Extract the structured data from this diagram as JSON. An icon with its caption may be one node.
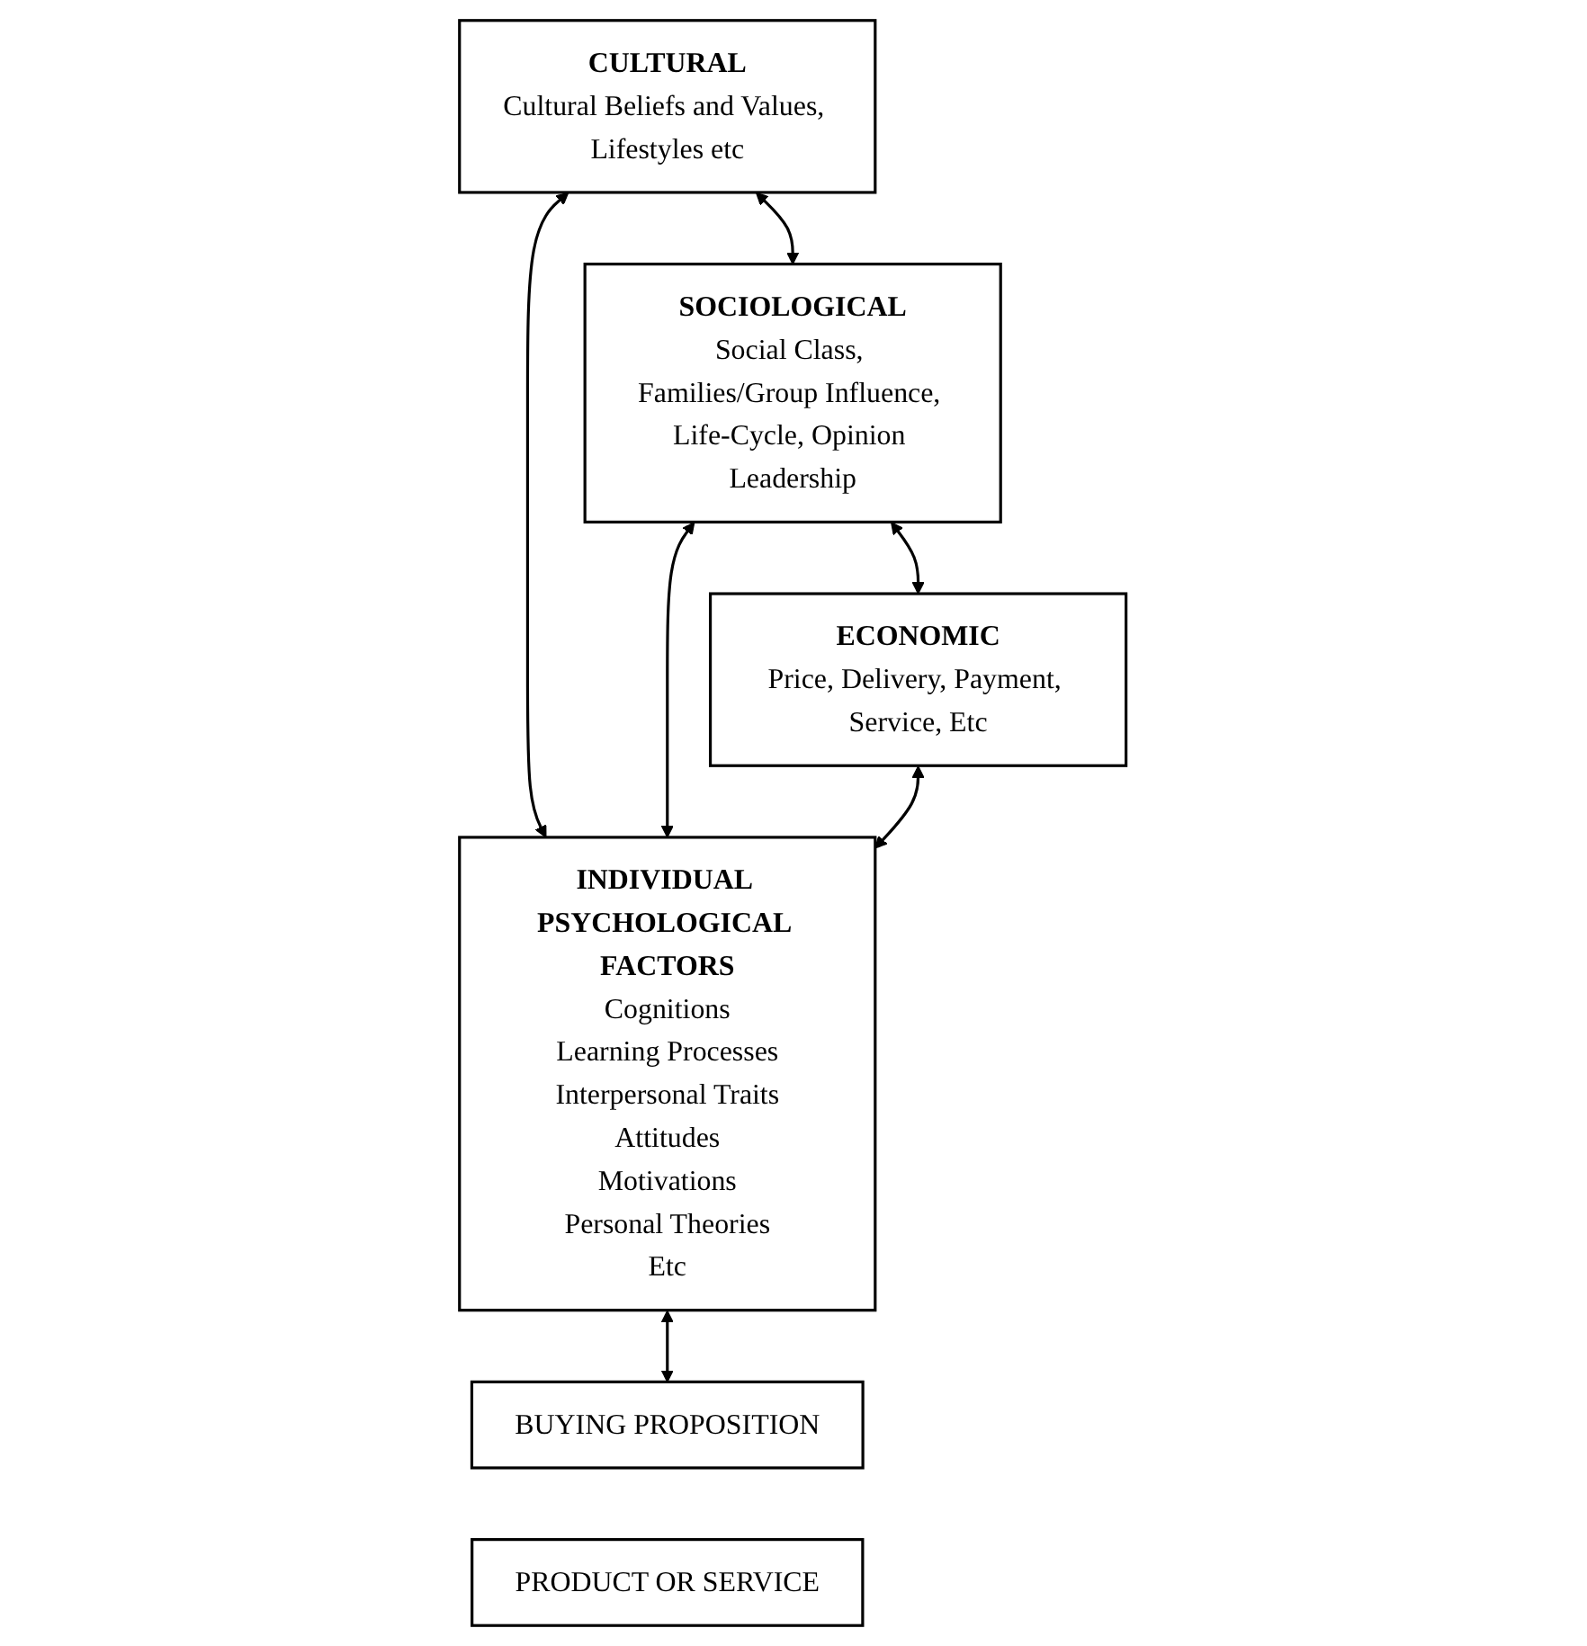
{
  "diagram": {
    "nodes": [
      {
        "text": [
          "CULTURAL",
          "Cultural Beliefs and Values, Lifestyles etc"
        ]
      },
      {
        "text": [
          "SOCIOLOGICAL",
          "Social Class, Families/Group Influence, Life-Cycle, Opinion Leadership"
        ]
      },
      {
        "text": [
          "ECONOMIC",
          "Price, Delivery, Payment, Service, Etc"
        ]
      },
      {
        "text": [
          "INDIVIDUAL PSYCHOLOGICAL FACTORS",
          "Cognitions",
          "Learning Processes",
          "Interpersonal Traits",
          "Attitudes",
          "Motivations",
          "Personal Theories",
          "Etc"
        ]
      },
      {
        "text": [
          "BUYING PROPOSITION"
        ]
      },
      {
        "text": [
          "PRODUCT OR SERVICE"
        ]
      }
    ],
    "edges": [
      {
        "from": 0,
        "to": 1,
        "arrow": "both"
      },
      {
        "from": 1,
        "to": 2,
        "arrow": "both"
      },
      {
        "from": 0,
        "to": 3,
        "arrow": "both"
      },
      {
        "from": 1,
        "to": 3,
        "arrow": "both"
      },
      {
        "from": 2,
        "to": 3,
        "arrow": "both"
      },
      {
        "from": 3,
        "to": 4,
        "arrow": "both"
      }
    ]
  }
}
